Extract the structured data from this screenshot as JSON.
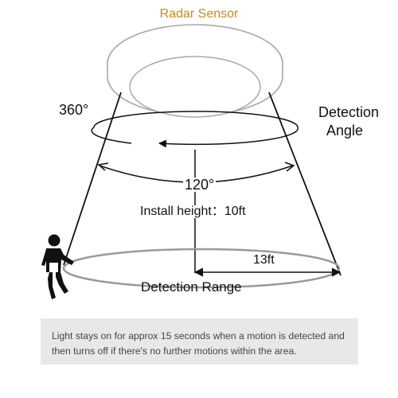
{
  "diagram": {
    "title": "Radar Sensor",
    "rotation_label": "360°",
    "detection_angle_label": "Detection Angle",
    "angle_label": "120°",
    "install_height_label": "Install height：10ft",
    "radius_label": "13ft",
    "detection_range_label": "Detection Range",
    "note": "Light stays on for approx 15 seconds when a motion is detected and then turns off if there's no further motions within the area.",
    "colors": {
      "title": "#c58a1e",
      "ink": "#111111",
      "lamp_outline": "#a8a8a8",
      "floor_ring": "#9a9a9a",
      "note_background": "#e8e8e8",
      "note_text": "#444444"
    },
    "icons": [
      "ceiling-lamp-icon",
      "person-walking-icon",
      "rotation-arrow-icon",
      "angle-arc-icon"
    ]
  }
}
